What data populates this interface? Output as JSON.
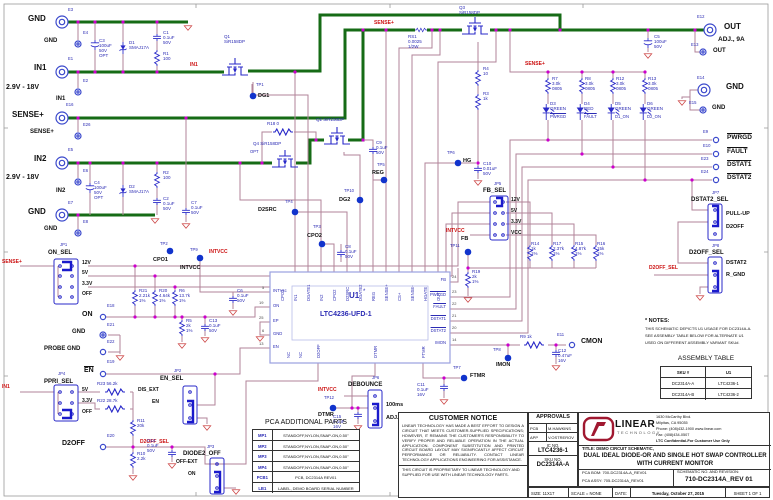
{
  "misc": {
    "range1": "2.9V - 18V",
    "range2": "2.9V - 18V",
    "adj": "ADJ., 9A"
  },
  "nets": {
    "sense1": "SENSE+",
    "sense2": "SENSE+",
    "sense3": "SENSE+",
    "in1a": "IN1",
    "in1b": "IN1",
    "intvcc1": "INTVCC",
    "intvcc2": "INTVCC",
    "intvcc3": "INTVCC",
    "d2offsel1": "D2OFF_SEL",
    "d2offsel2": "D2OFF_SEL"
  },
  "terms": {
    "e3": {
      "ref": "E3",
      "label": "GND"
    },
    "e4": {
      "ref": "E4",
      "label": "GND"
    },
    "e1": {
      "ref": "E1",
      "label": "IN1"
    },
    "e2": {
      "ref": "E2",
      "label": "IN1"
    },
    "e16": {
      "ref": "E16",
      "label": "SENSE+"
    },
    "e26": {
      "ref": "E26",
      "label": "SENSE+"
    },
    "e5": {
      "ref": "E5",
      "label": "IN2"
    },
    "e6": {
      "ref": "E6",
      "label": "IN2"
    },
    "e7": {
      "ref": "E7",
      "label": "GND"
    },
    "e8": {
      "ref": "E8",
      "label": "GND"
    },
    "e18": {
      "ref": "E18",
      "label": "ON"
    },
    "e21": {
      "ref": "E21",
      "label": "GND"
    },
    "e22": {
      "ref": "E22",
      "label": "PROBE GND"
    },
    "e19": {
      "ref": "E19",
      "label": "EN"
    },
    "e20": {
      "ref": "E20",
      "label": "D2OFF"
    },
    "e12": {
      "ref": "E12",
      "label": "OUT"
    },
    "e13": {
      "ref": "E13",
      "label": "OUT"
    },
    "e14": {
      "ref": "E14",
      "label": "GND"
    },
    "e15": {
      "ref": "E15",
      "label": "GND"
    },
    "e9": {
      "ref": "E9",
      "label": "PWRGD"
    },
    "e10": {
      "ref": "E10",
      "label": "FAULT"
    },
    "e23": {
      "ref": "E23",
      "label": "DSTAT1"
    },
    "e24": {
      "ref": "E24",
      "label": "DSTAT2"
    },
    "e11": {
      "ref": "E11",
      "label": "CMON"
    }
  },
  "ann": {
    "c1": "C1\n0.1uF\n50V",
    "r1": "R1\n100",
    "c3": "C3\n100uF\n50V\nOPT",
    "d1": "D1\nSMAJ17A",
    "c4": "C4\n100uF\n50V\nOPT",
    "d2": "D2\nSMAJ17A",
    "r2": "R2\n100",
    "c2": "C2\n0.1uF\n50V",
    "c7": "C7\n0.1uF\n50V",
    "q1": "Q1\nSiR158DP",
    "q2": "Q2  SiR158DP",
    "q3": "Q3\nSiR158DP",
    "q4": "Q4  SiR158DP",
    "q4opt": "OPT",
    "r18": "R18    0",
    "rs1": "RS1\n0.0025\n1/2W",
    "c9": "C9\n0.1uF\n50V",
    "c8": "C8\n0.1uF\n50V",
    "c6": "C6\n0.1uF\n50V",
    "c5": "C5\n100uF\n50V",
    "r4": "R4\n10",
    "r3": "R3\n1k",
    "c10": "C10\n0.01uF\n50V",
    "r7": "R7\n3.0k\n0805",
    "r8": "R8\n3.0k\n0805",
    "r12": "R12\n3.0k\n0805",
    "r13": "R13\n3.0k\n0805",
    "d3": "D3\nGREEN",
    "d3n": "PWRGD",
    "d4": "D4\nRED",
    "d4n": "FAULT",
    "d5": "D5\nGREEN",
    "d5n": "D1_ON",
    "d6": "D6\nGREEN",
    "d6n": "D2_ON",
    "r21": "R21\n2.21k\n1%",
    "r20": "R20\n4.64k\n1%",
    "r6": "R6\n13.7k\n1%",
    "r5": "R5\n2k\n1%",
    "c13": "C13\n0.1uF\n50V",
    "r23": "R23   56.2k",
    "r22": "R22   28.7k",
    "r11": "R11\n20k",
    "r10": "R10\n2.2k",
    "c14": "C14\n0.1uF\n50V",
    "c15": "C15\n0.1uF\n16V",
    "r19": "R19\n2k\n1%",
    "r14": "R14\n1k\n1%",
    "r17": "R17\n2.37k\n1%",
    "r15": "R15\n4.87k\n1%",
    "r16": "R16\n15k\n1%",
    "r9": "R9  1k",
    "c12": "C12\n0.47uF\n16V",
    "c11": "C11\n0.1uF\n16V"
  },
  "tps": {
    "tp1": "TP1",
    "dg1": "DG1",
    "tp2": "TP2",
    "cpo1": "CPO1",
    "tp3": "TP3",
    "cpo2": "CPO2",
    "tp4": "TP4",
    "d2src": "D2SRC",
    "tp5": "TP5",
    "reg": "REG",
    "tp6": "TP6",
    "hg": "HG",
    "tp7": "TP7",
    "ftmr": "FTMR",
    "tp8": "TP8",
    "imon": "IMON",
    "tp9": "TP9",
    "intvcc": "INTVCC",
    "tp10": "TP10",
    "dg2": "DG2",
    "tp11": "TP11",
    "fb": "FB",
    "tp12": "TP12",
    "dtmr": "DTMR"
  },
  "jumpers": {
    "jp1": {
      "ref": "JP1",
      "name": "ON_SEL",
      "opts": [
        "12V",
        "5V",
        "3.3V",
        "OFF"
      ]
    },
    "jp2": {
      "ref": "JP2",
      "name": "EN_SEL",
      "opts": [
        "DIS_EXT",
        "EN"
      ]
    },
    "jp3": {
      "ref": "JP3",
      "name": "DIODE2_OFF",
      "opts": [
        "OFF-EXT",
        "ON"
      ]
    },
    "jp4": {
      "ref": "JP4",
      "name": "PPRI_SEL",
      "opts": [
        "5V",
        "3.3V",
        "OFF"
      ]
    },
    "jp5": {
      "ref": "JP5",
      "name": "FB_SEL",
      "opts": [
        "12V",
        "5V",
        "3.3V",
        "VCC"
      ]
    },
    "jp6": {
      "ref": "JP6",
      "name": "DEBOUNCE",
      "opts": [
        "100ms",
        "ADJ."
      ]
    },
    "jp7": {
      "ref": "JP7",
      "name": "DSTAT2_SEL",
      "opts": [
        "PULL-UP",
        "D2OFF"
      ]
    },
    "jp8": {
      "ref": "JP8",
      "name": "D2OFF_SEL",
      "opts": [
        "DSTAT2",
        "R_GND"
      ]
    }
  },
  "u1": {
    "ref": "U1",
    "star": "*",
    "part": "LTC4236-UFD-1",
    "pins_top": [
      "CPO1",
      "IN1",
      "DGATE1",
      "IN2",
      "CPO2",
      "D2SRC",
      "DGATE2",
      "REG",
      "SENSE+",
      "CS+",
      "SENSE-",
      "HGATE",
      "OUT"
    ],
    "pins_left": [
      "INTVcc",
      "ON",
      "EP",
      "GND",
      "EN"
    ],
    "nums_left": [
      "5",
      "19",
      "25",
      "6",
      "13"
    ],
    "pins_right": [
      "FB",
      "PWRGD",
      "FAULT",
      "DSTAT1",
      "DSTAT2",
      "IMON"
    ],
    "nums_right": [
      "24",
      "23",
      "22",
      "21",
      "20",
      "14"
    ],
    "pins_bottom": [
      "NC",
      "NC",
      "D2OFF",
      "DTMR",
      "FTMR"
    ]
  },
  "notes": {
    "title": "* NOTES:",
    "lines": [
      "THIS SCHEMATIC DEPICTS U1 USAGE FOR DC2314A-A.",
      "SEE ASSEMBLY TABLE BELOW FOR ALTERNATE U1",
      "USED ON DIFFERENT ASSEMBLY VARIANT SKU#."
    ]
  },
  "assembly": {
    "title": "ASSEMBLY TABLE",
    "headers": [
      "SKU #",
      "U1"
    ],
    "rows": [
      [
        "DC2314A-A",
        "LTC4236-1"
      ],
      [
        "DC2314A-B",
        "LTC4236-2"
      ]
    ]
  },
  "pca": {
    "title": "PCA ADDITIONAL PARTS",
    "rows": [
      [
        "MP1",
        "STANDOFF,NYLON,SNAP-ON,0.50\""
      ],
      [
        "MP2",
        "STANDOFF,NYLON,SNAP-ON,0.50\""
      ],
      [
        "MP3",
        "STANDOFF,NYLON,SNAP-ON,0.50\""
      ],
      [
        "MP4",
        "STANDOFF,NYLON,SNAP-ON,0.50\""
      ],
      [
        "PCB1",
        "PCB, DC2314A    REV01"
      ],
      [
        "LB1",
        "LABEL, DEMO BOARD SERIAL NUMBER"
      ]
    ]
  },
  "notice": {
    "title": "CUSTOMER NOTICE",
    "body": "LINEAR TECHNOLOGY HAS MADE A BEST EFFORT TO DESIGN A CIRCUIT THAT MEETS CUSTOMER-SUPPLIED SPECIFICATIONS; HOWEVER, IT REMAINS THE CUSTOMER'S RESPONSIBILITY TO VERIFY PROPER AND RELIABLE OPERATION IN THE ACTUAL APPLICATION. COMPONENT SUBSTITUTION AND PRINTED CIRCUIT BOARD LAYOUT MAY SIGNIFICANTLY AFFECT CIRCUIT PERFORMANCE OR RELIABILITY. CONTACT LINEAR TECHNOLOGY APPLICATIONS ENGINEERING FOR ASSISTANCE.",
    "footer": "THIS CIRCUIT IS PROPRIETARY TO LINEAR TECHNOLOGY AND SUPPLIED FOR USE WITH LINEAR TECHNOLOGY PARTS."
  },
  "approvals": {
    "title": "APPROVALS",
    "rows": [
      [
        "PCB DES.",
        "M.HAWKINS"
      ],
      [
        "APP ENG.",
        "V.OSTREROV"
      ]
    ],
    "ic_label": "IC NO.",
    "ic": "LTC4236-1",
    "sku_label": "SKU NO.",
    "sku": "DC2314A-A",
    "size": "SIZE: 11X17",
    "scale": "SCALE = NONE"
  },
  "tb": {
    "addr1": "1630 McCarthy Blvd.",
    "addr2": "Milpitas, CA 95035",
    "addr3": "Phone: (408)432-1900  www.linear.com",
    "addr4": "Fax: (408)434-0507",
    "conf": "LTC Confidential-For Customer Use Only",
    "brand": "LINEAR",
    "brand2": "TECHNOLOGY",
    "title_label": "TITLE:  DEMO CIRCUIT SCHEMATIC,",
    "title1": "DUAL IDEAL DIODE-OR AND SINGLE HOT SWAP CONTROLLER",
    "title2": "WITH CURRENT MONITOR",
    "bom": "PCA BOM:  700-DC2314A-A_REV01",
    "assy": "PCA ASSY: 705-DC2314A_REV01",
    "sch_label": "SCHEMATIC NO. AND REVISION:",
    "sch_no": "710-DC2314A_REV 01",
    "date_label": "DATE:",
    "date": "Tuesday, October 27, 2015",
    "sheet": "SHEET   1   OF   1"
  }
}
